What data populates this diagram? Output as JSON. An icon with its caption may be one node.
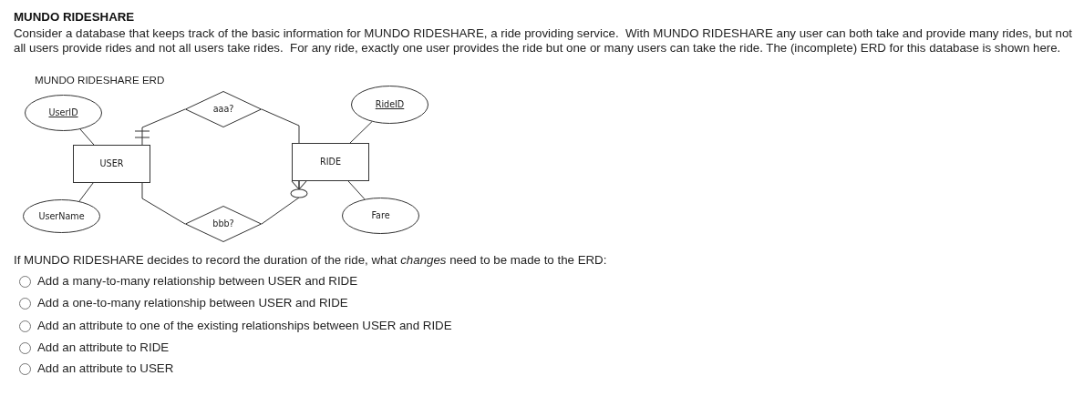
{
  "diagram": {
    "title": "MUNDO RIDESHARE",
    "nodes": [
      {
        "text": [
          "UserID"
        ]
      },
      {
        "text": [
          "USER"
        ]
      },
      {
        "text": [
          "UserName"
        ]
      },
      {
        "text": [
          "aaa?"
        ]
      },
      {
        "text": [
          "bbb?"
        ]
      },
      {
        "text": [
          "RideID"
        ]
      },
      {
        "text": [
          "RIDE"
        ]
      },
      {
        "text": [
          "Fare"
        ]
      }
    ],
    "edges": [
      {
        "from": 0,
        "to": 1,
        "arrow": "none"
      },
      {
        "from": 2,
        "to": 1,
        "arrow": "none"
      },
      {
        "from": 3,
        "to": 1,
        "arrow": "other"
      },
      {
        "from": 3,
        "to": 6,
        "arrow": "none"
      },
      {
        "from": 1,
        "to": 4,
        "arrow": "none"
      },
      {
        "from": 4,
        "to": 6,
        "arrow": "other"
      },
      {
        "from": 5,
        "to": 6,
        "arrow": "none"
      },
      {
        "from": 7,
        "to": 6,
        "arrow": "none"
      }
    ],
    "labels": [
      "Consider a database that keeps track of the basic information for MUNDO RIDESHARE, a ride providing service.  With MUNDO RIDESHARE any user can both take and provide many rides, but not all users provide rides and not all users take rides.  For any ride, exactly one user provides the ride but one or many users can take the ride. The (incomplete) ERD for this database is shown here.",
      "MUNDO RIDESHARE ERD",
      "If MUNDO RIDESHARE decides to record the duration of the ride, what *changes* need to be made to the ERD:",
      "Add a many-to-many relationship between USER and RIDE",
      "Add a one-to-many relationship between USER and RIDE",
      "Add an attribute to one of the existing relationships between USER and RIDE",
      "Add an attribute to RIDE",
      "Add an attribute to USER"
    ]
  }
}
